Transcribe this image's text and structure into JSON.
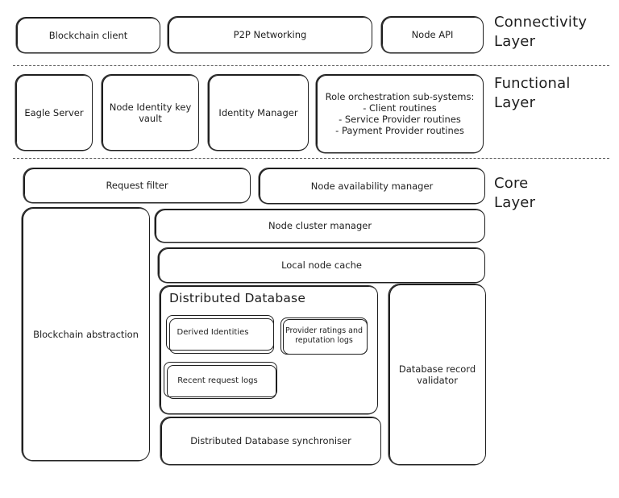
{
  "connectivity": {
    "label_line1": "Connectivity",
    "label_line2": "Layer",
    "blockchain_client": "Blockchain client",
    "p2p_networking": "P2P Networking",
    "node_api": "Node API"
  },
  "functional": {
    "label_line1": "Functional",
    "label_line2": "Layer",
    "eagle_server": "Eagle Server",
    "node_identity_key_vault": "Node Identity key vault",
    "identity_manager": "Identity Manager",
    "role_orchestration": {
      "title": "Role orchestration sub-systems:",
      "items": [
        "- Client routines",
        "- Service Provider routines",
        "- Payment Provider routines"
      ]
    }
  },
  "core": {
    "label_line1": "Core",
    "label_line2": "Layer",
    "request_filter": "Request filter",
    "node_availability_manager": "Node availability manager",
    "blockchain_abstraction": "Blockchain abstraction",
    "node_cluster_manager": "Node cluster manager",
    "local_node_cache": "Local node cache",
    "distributed_database": {
      "title": "Distributed Database",
      "derived_identities": "Derived Identities",
      "provider_ratings": "Provider ratings and reputation logs",
      "recent_request_logs": "Recent request logs"
    },
    "database_record_validator": "Database record validator",
    "dd_synchroniser": "Distributed Database synchroniser"
  }
}
